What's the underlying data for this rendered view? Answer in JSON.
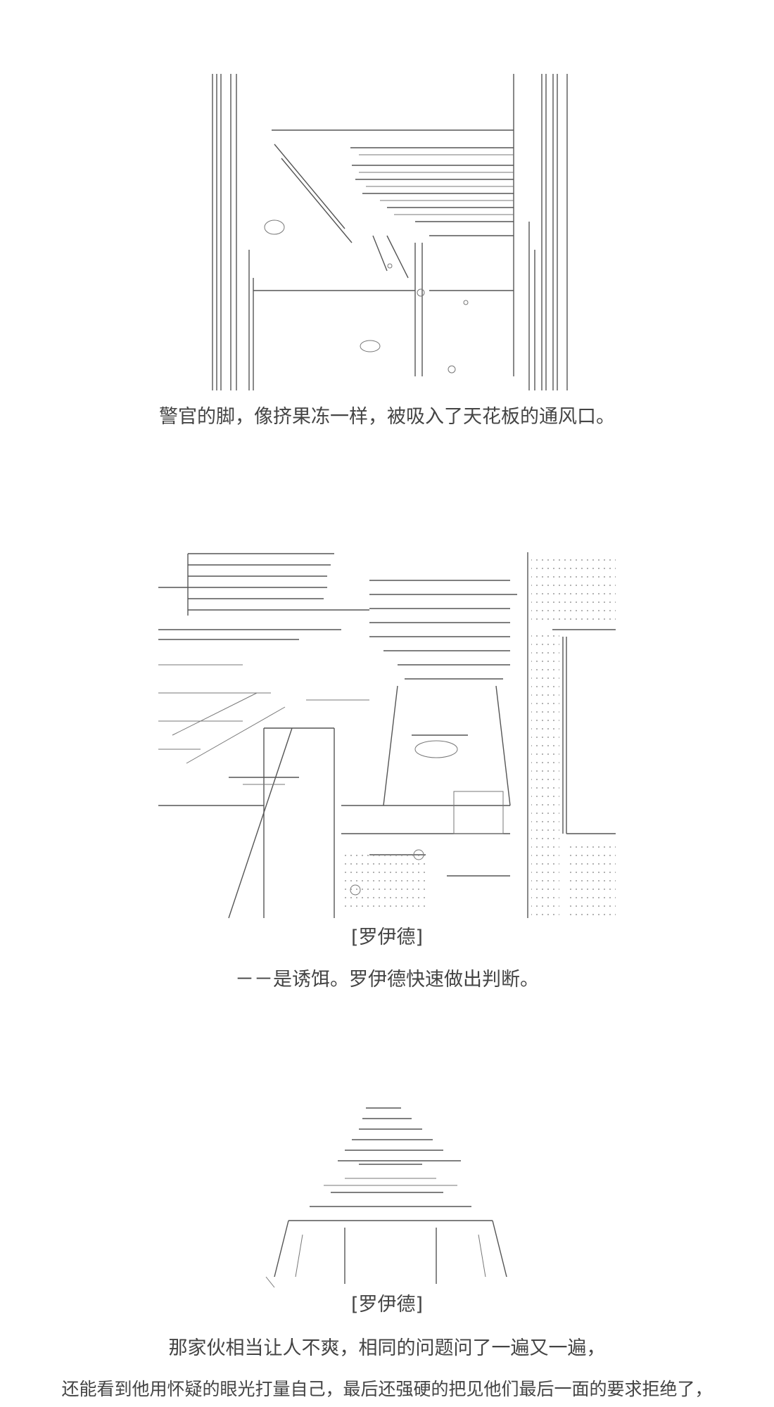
{
  "scenes": [
    {
      "caption": "警官的脚，像挤果冻一样，被吸入了天花板的通风口。"
    },
    {
      "speaker": "[罗伊德]",
      "caption": "－－是诱饵。罗伊德快速做出判断。"
    },
    {
      "speaker": "[罗伊德]",
      "caption_lines": [
        "那家伙相当让人不爽，相同的问题问了一遍又一遍，",
        "还能看到他用怀疑的眼光打量自己，最后还强硬的把见他们最后一面的要求拒绝了，"
      ]
    }
  ]
}
